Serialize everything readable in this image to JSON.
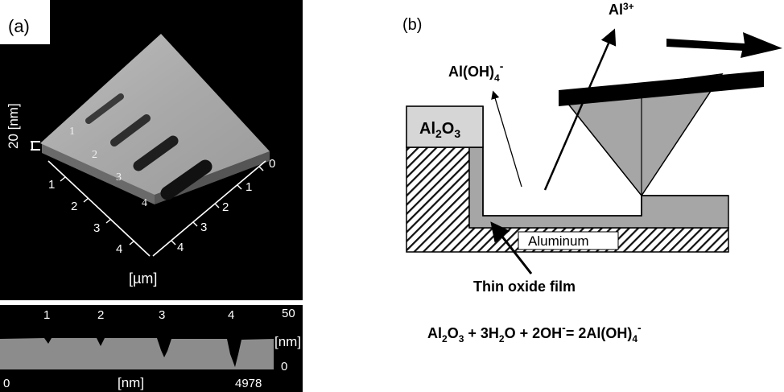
{
  "panel_a": {
    "label": "(a)",
    "z_axis_label": "20 [nm]",
    "unit_label": "[µm]",
    "axis_left_ticks": [
      "1",
      "2",
      "3",
      "4"
    ],
    "axis_right_ticks": [
      "0",
      "1",
      "2",
      "3",
      "4"
    ],
    "scratch_labels": [
      "1",
      "2",
      "3",
      "4"
    ],
    "profile": {
      "peak_labels": [
        "1",
        "2",
        "3",
        "4"
      ],
      "y_top": "50",
      "y_unit": "[nm]",
      "y_bottom": "0",
      "x_start": "0",
      "x_unit": "[nm]",
      "x_end": "4978"
    }
  },
  "panel_b": {
    "label": "(b)",
    "al3plus_base": "Al",
    "al3plus_sup": "3+",
    "aloh4_base": "Al(OH)",
    "aloh4_sub": "4",
    "aloh4_sup": "-",
    "al2o3_al": "Al",
    "al2o3_sub2": "2",
    "al2o3_o": "O",
    "al2o3_sub3": "3",
    "aluminum": "Aluminum",
    "thin_oxide": "Thin oxide film",
    "equation": {
      "p1": "Al",
      "s1": "2",
      "p2": "O",
      "s2": "3",
      "p3": " + 3H",
      "s3": "2",
      "p4": "O + 2OH",
      "sup1": "-",
      "p5": "= 2Al(OH)",
      "s4": "4",
      "sup2": "-"
    }
  }
}
